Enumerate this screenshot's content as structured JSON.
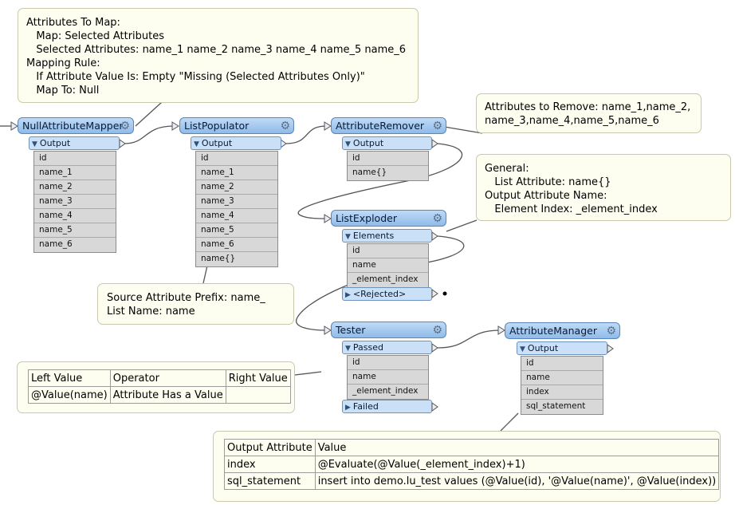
{
  "notes": {
    "mapper": [
      "Attributes To Map:",
      "   Map: Selected Attributes",
      "   Selected Attributes: name_1 name_2 name_3 name_4 name_5 name_6",
      "Mapping Rule:",
      "   If Attribute Value Is: Empty \"Missing (Selected Attributes Only)\"",
      "   Map To: Null"
    ],
    "remover": [
      "Attributes to Remove: name_1,name_2,",
      "name_3,name_4,name_5,name_6"
    ],
    "exploder": [
      "General:",
      "   List Attribute: name{}",
      "Output Attribute Name:",
      "   Element Index: _element_index"
    ],
    "populator": [
      "Source Attribute Prefix: name_",
      "List Name: name"
    ]
  },
  "transformers": {
    "null_attribute_mapper": {
      "title": "NullAttributeMapper",
      "port": "Output",
      "attrs": [
        "id",
        "name_1",
        "name_2",
        "name_3",
        "name_4",
        "name_5",
        "name_6"
      ]
    },
    "list_populator": {
      "title": "ListPopulator",
      "port": "Output",
      "attrs": [
        "id",
        "name_1",
        "name_2",
        "name_3",
        "name_4",
        "name_5",
        "name_6",
        "name{}"
      ]
    },
    "attribute_remover": {
      "title": "AttributeRemover",
      "port": "Output",
      "attrs": [
        "id",
        "name{}"
      ]
    },
    "list_exploder": {
      "title": "ListExploder",
      "port": "Elements",
      "attrs": [
        "id",
        "name",
        "_element_index"
      ],
      "port2": "<Rejected>"
    },
    "tester": {
      "title": "Tester",
      "port": "Passed",
      "attrs": [
        "id",
        "name",
        "_element_index"
      ],
      "port2": "Failed"
    },
    "attribute_manager": {
      "title": "AttributeManager",
      "port": "Output",
      "attrs": [
        "id",
        "name",
        "index",
        "sql_statement"
      ]
    }
  },
  "tester_table": {
    "headers": [
      "Left Value",
      "Operator",
      "Right Value"
    ],
    "rows": [
      [
        "@Value(name)",
        "Attribute Has a Value",
        ""
      ]
    ]
  },
  "manager_table": {
    "headers": [
      "Output Attribute",
      "Value"
    ],
    "rows": [
      [
        "index",
        "@Evaluate(@Value(_element_index)+1)"
      ],
      [
        "sql_statement",
        "insert into demo.lu_test values (@Value(id), '@Value(name)', @Value(index))"
      ]
    ]
  },
  "icons": {
    "gear": "gear-icon",
    "port_open": "triangle-down-icon",
    "port_closed": "triangle-right-icon"
  }
}
